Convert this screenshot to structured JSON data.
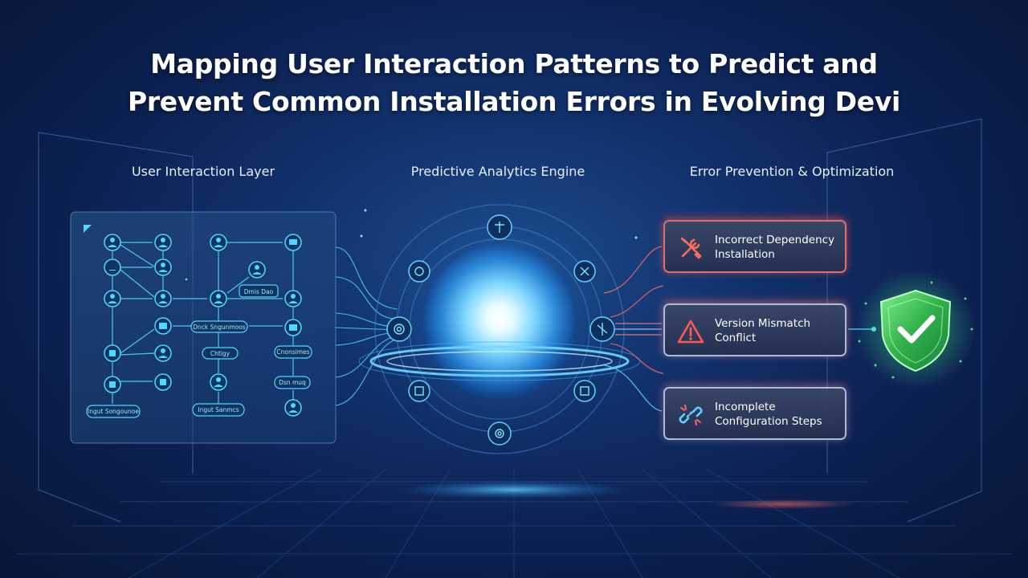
{
  "title": {
    "line1": "Mapping User Interaction Patterns to Predict and",
    "line2": "Prevent Common Installation Errors in Evolving Devi"
  },
  "columns": {
    "left": "User Interaction Layer",
    "middle": "Predictive Analytics Engine",
    "right": "Error Prevention & Optimization"
  },
  "flow_labels": {
    "node_a": "Dmis Dao",
    "node_b": "Dnck Sngunmoos",
    "node_c": "Chtigy",
    "node_d": "Cnonsimes",
    "node_e": "Dsn muq",
    "node_f": "Ingut Songounoe",
    "node_g": "Ingut Sanmcs"
  },
  "errors": [
    {
      "line1": "Incorrect Dependency",
      "line2": "Installation",
      "icon": "wrench-screwdriver-icon"
    },
    {
      "line1": "Version Mismatch",
      "line2": "Conflict",
      "icon": "warning-triangle-icon"
    },
    {
      "line1": "Incomplete",
      "line2": "Configuration Steps",
      "icon": "broken-link-icon"
    }
  ],
  "colors": {
    "accent_cyan": "#4fd8ff",
    "error_red": "#ff5a50",
    "shield_green": "#3ecf5a",
    "background": "#0c2152"
  },
  "icons": {
    "shield": "shield-check-icon",
    "orb": "sphere-orb-icon"
  }
}
